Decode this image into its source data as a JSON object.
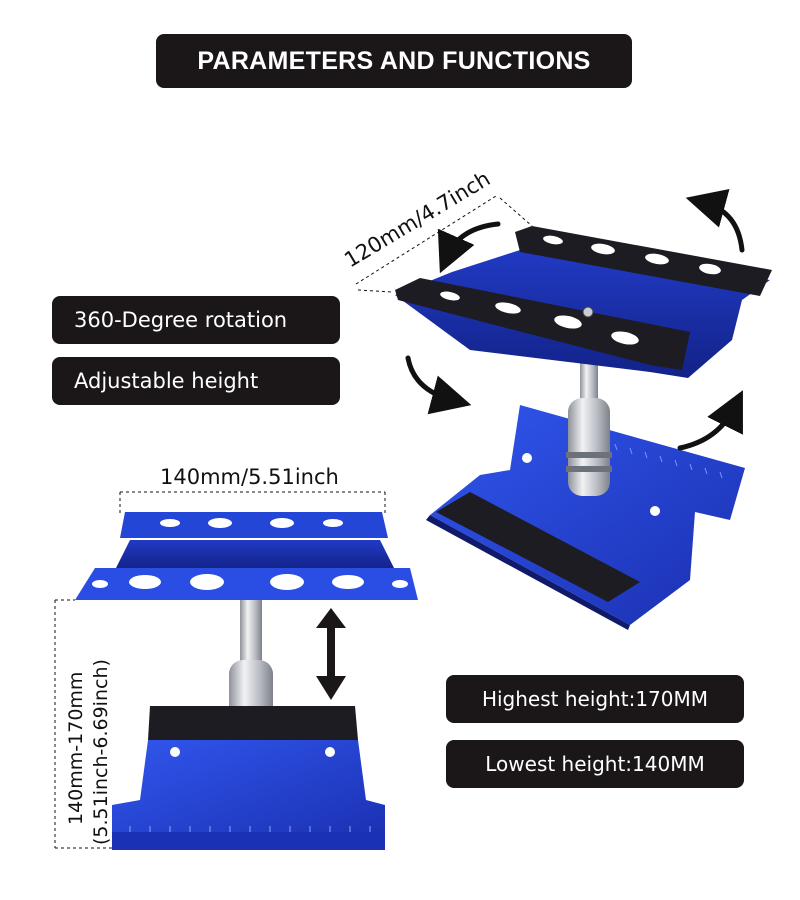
{
  "title": "PARAMETERS AND FUNCTIONS",
  "features": {
    "rotation": "360-Degree rotation",
    "height": "Adjustable height"
  },
  "specs": {
    "highest": "Highest height:170MM",
    "lowest": "Lowest height:140MM"
  },
  "dimensions": {
    "width_top": "120mm/4.7inch",
    "width_front": "140mm/5.51inch",
    "height_range_mm": "140mm-170mm",
    "height_range_inch": "(5.51inch-6.69inch)"
  },
  "colors": {
    "banner_bg": "#1b1718",
    "banner_text": "#ffffff",
    "stand_blue": "#1f3fd0",
    "pad_black": "#1c1c22",
    "post_silver": "#c9ccd2"
  },
  "icons": [
    "rotate-arrow-icon",
    "height-arrow-icon"
  ]
}
